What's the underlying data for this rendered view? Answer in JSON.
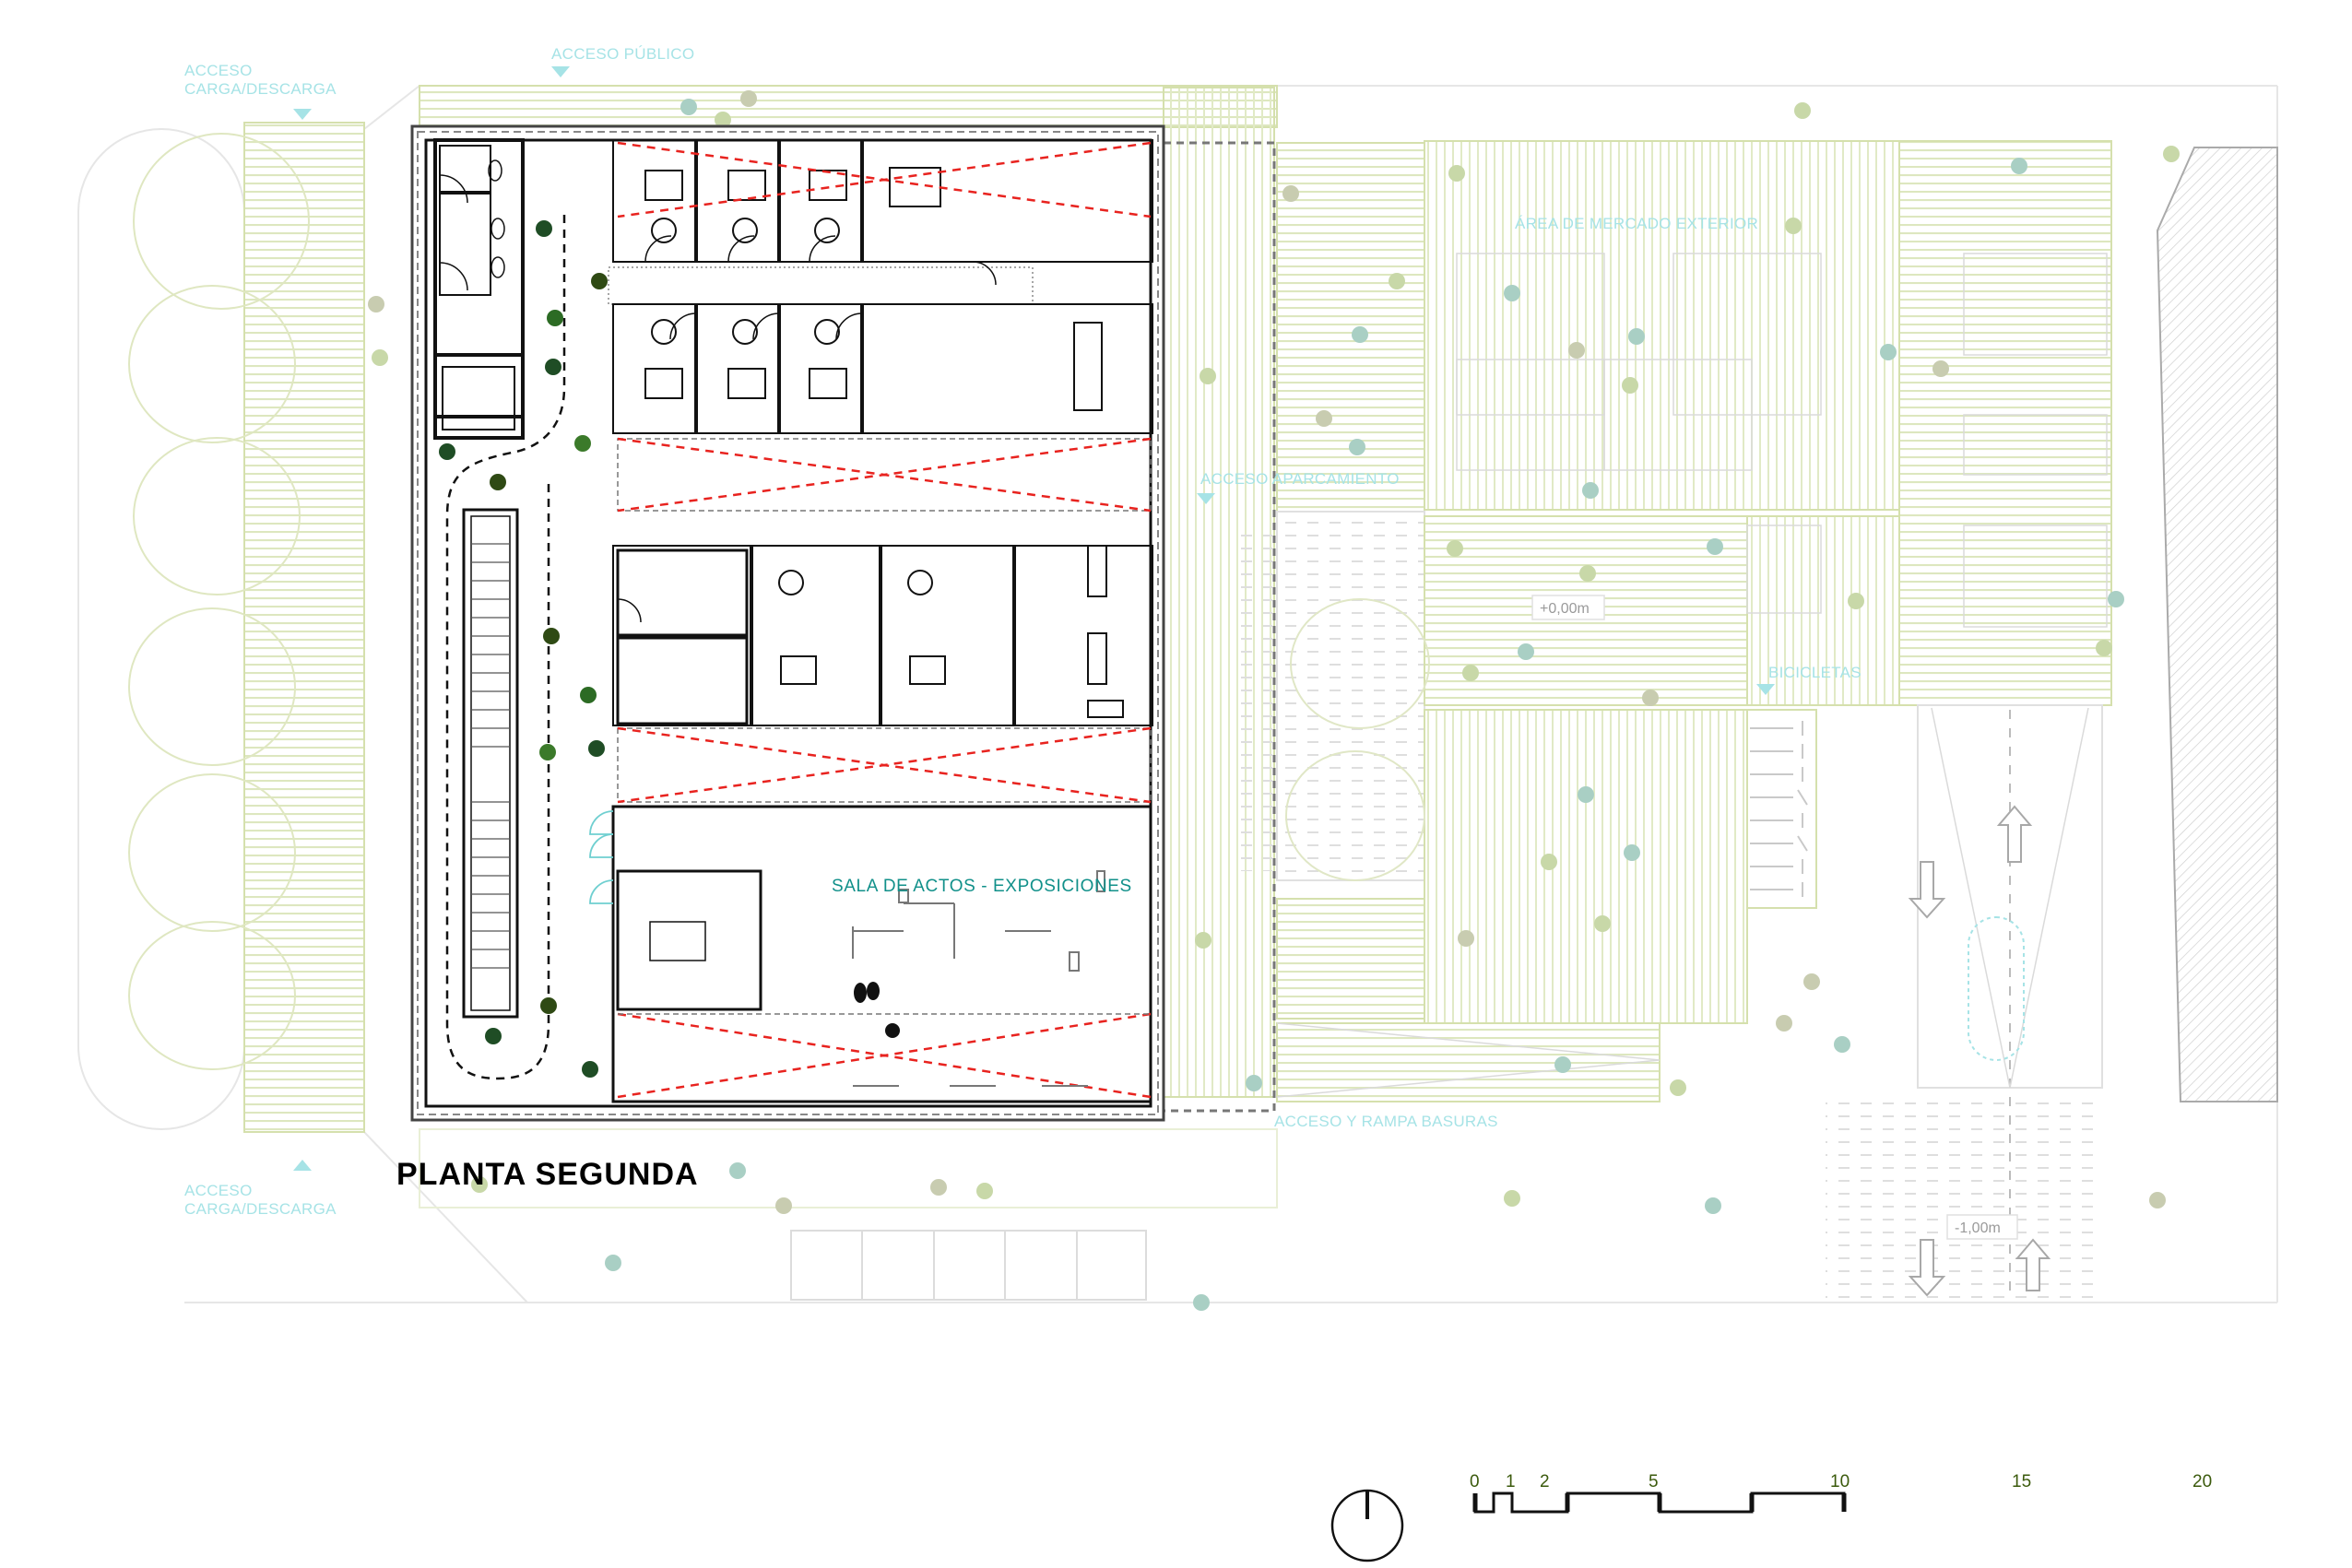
{
  "drawing": {
    "title": "PLANTA SEGUNDA",
    "type": "architectural floor plan",
    "colors": {
      "access_label": "#a6e3e6",
      "room_label": "#11908a",
      "demolition_lines": "#e8231f",
      "landscape_hatch": "#d9e4b8",
      "tree_dark": "#1f4d25",
      "tree_light": "#c3d9a5",
      "tree_teal": "#a9cfc4",
      "scale_numbers": "#3b5a0c"
    }
  },
  "labels": {
    "access_loading_top_1": "ACCESO",
    "access_loading_top_2": "CARGA/DESCARGA",
    "access_public": "ACCESO PÚBLICO",
    "market_area": "ÁREA DE MERCADO EXTERIOR",
    "access_parking": "ACCESO APARCAMIENTO",
    "bicycles": "BICICLETAS",
    "level_ground": "+0,00m",
    "level_basement": "-1,00m",
    "room_hall": "SALA DE ACTOS - EXPOSICIONES",
    "access_waste": "ACCESO Y RAMPA BASURAS",
    "access_loading_bottom_1": "ACCESO",
    "access_loading_bottom_2": "CARGA/DESCARGA"
  },
  "scale_bar": {
    "ticks": [
      "0",
      "1",
      "2",
      "5",
      "10",
      "15",
      "20"
    ],
    "unit": "m"
  },
  "north_arrow": {
    "symbol": "north-indicator"
  }
}
